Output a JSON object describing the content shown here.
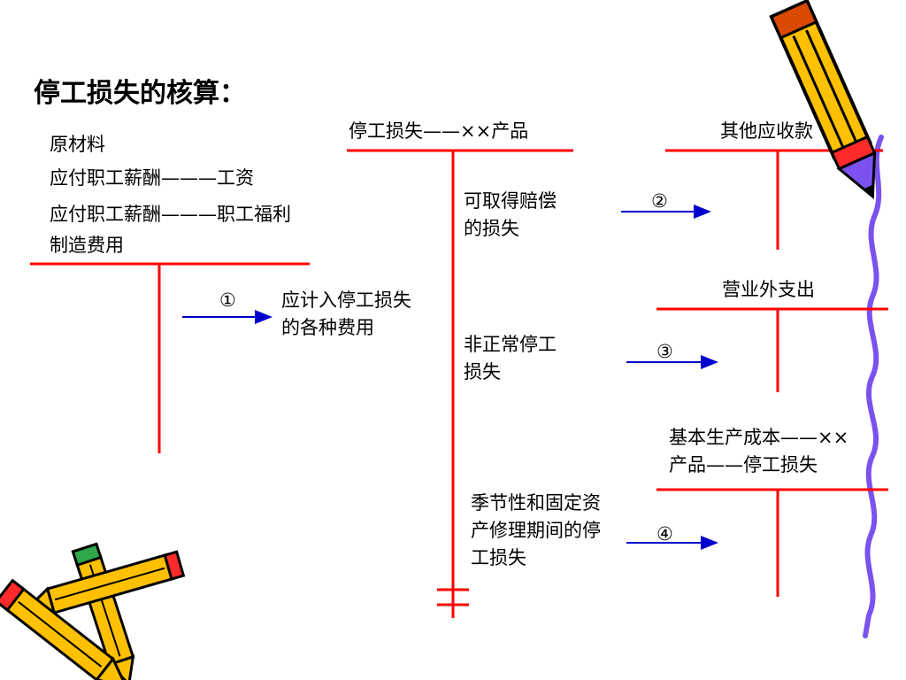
{
  "title": "停工损失的核算：",
  "accounts": {
    "materials": "原材料",
    "wages": "应付职工薪酬———工资",
    "welfare": "应付职工薪酬———职工福利",
    "overhead": "制造费用",
    "stoppage_loss": "停工损失——××产品",
    "other_receivables": "其他应收款",
    "non_operating": "营业外支出",
    "basic_production": "基本生产成本——××\n产品——停工损失"
  },
  "entries": {
    "e1": {
      "num": "①",
      "label": "应计入停工损失\n的各种费用"
    },
    "e2": {
      "num": "②",
      "label": "可取得赔偿\n的损失"
    },
    "e3": {
      "num": "③",
      "label": "非正常停工\n损失"
    },
    "e4": {
      "num": "④",
      "label": "季节性和固定资\n产修理期间的停\n工损失"
    }
  },
  "colors": {
    "t_account": "#ff0000",
    "arrow": "#0000cc",
    "pencil_body": "#ffc000",
    "pencil_outline": "#000000",
    "squiggle": "#7b52f0"
  },
  "icons": [
    "pencil-icon",
    "crossed-pencils-icon"
  ]
}
